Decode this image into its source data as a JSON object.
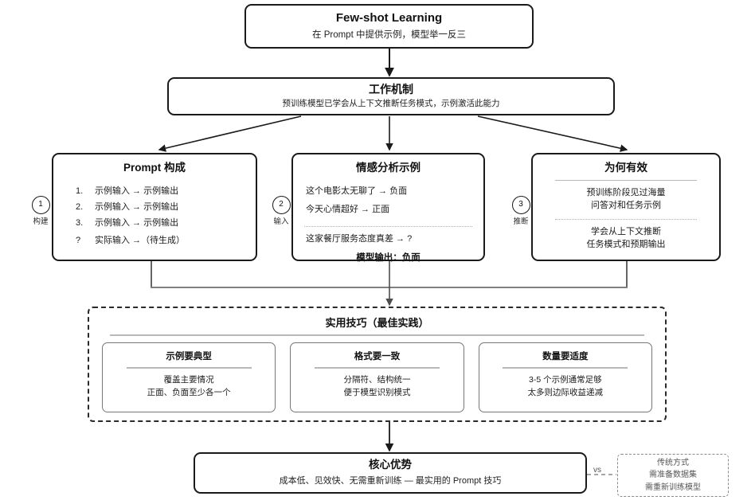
{
  "diagram": {
    "root": {
      "title": "Few-shot Learning",
      "subtitle": "在 Prompt 中提供示例，模型举一反三"
    },
    "mechanism": {
      "title": "工作机制",
      "subtitle": "预训练模型已学会从上下文推断任务模式，示例激活此能力"
    },
    "columns": [
      {
        "badge": "1",
        "badge_label": "构建",
        "title": "Prompt 构成",
        "items": [
          {
            "idx": "1.",
            "text": "示例输入 → 示例输出"
          },
          {
            "idx": "2.",
            "text": "示例输入 → 示例输出"
          },
          {
            "idx": "3.",
            "text": "示例输入 → 示例输出"
          },
          {
            "idx": "?",
            "text": "实际输入 →（待生成）"
          }
        ]
      },
      {
        "badge": "2",
        "badge_label": "输入",
        "title": "情感分析示例",
        "shots": [
          "这个电影太无聊了 → 负面",
          "今天心情超好 → 正面"
        ],
        "query": "这家餐厅服务态度真差 → ?",
        "output": "模型输出：负面"
      },
      {
        "badge": "3",
        "badge_label": "推断",
        "title": "为何有效",
        "top_lines": [
          "预训练阶段见过海量",
          "问答对和任务示例"
        ],
        "bottom_lines": [
          "学会从上下文推断",
          "任务模式和预期输出"
        ]
      }
    ],
    "tips": {
      "title": "实用技巧（最佳实践）",
      "cards": [
        {
          "title": "示例要典型",
          "lines": [
            "覆盖主要情况",
            "正面、负面至少各一个"
          ]
        },
        {
          "title": "格式要一致",
          "lines": [
            "分隔符、结构统一",
            "便于模型识别模式"
          ]
        },
        {
          "title": "数量要适度",
          "lines": [
            "3-5 个示例通常足够",
            "太多则边际收益递减"
          ]
        }
      ]
    },
    "advantage": {
      "title": "核心优势",
      "subtitle": "成本低、见效快、无需重新训练 — 最实用的 Prompt 技巧"
    },
    "comparison": {
      "vs_label": "vs",
      "traditional": {
        "line1": "传统方式",
        "line2": "需准备数据集",
        "line3": "需重新训练模型"
      }
    },
    "colors": {
      "node_border": "#1a1a1a",
      "rule": "#b8b8b8",
      "card_border": "#777777",
      "dashed_border": "#2a2a2a",
      "muted_text": "#555555",
      "background": "#ffffff"
    }
  }
}
